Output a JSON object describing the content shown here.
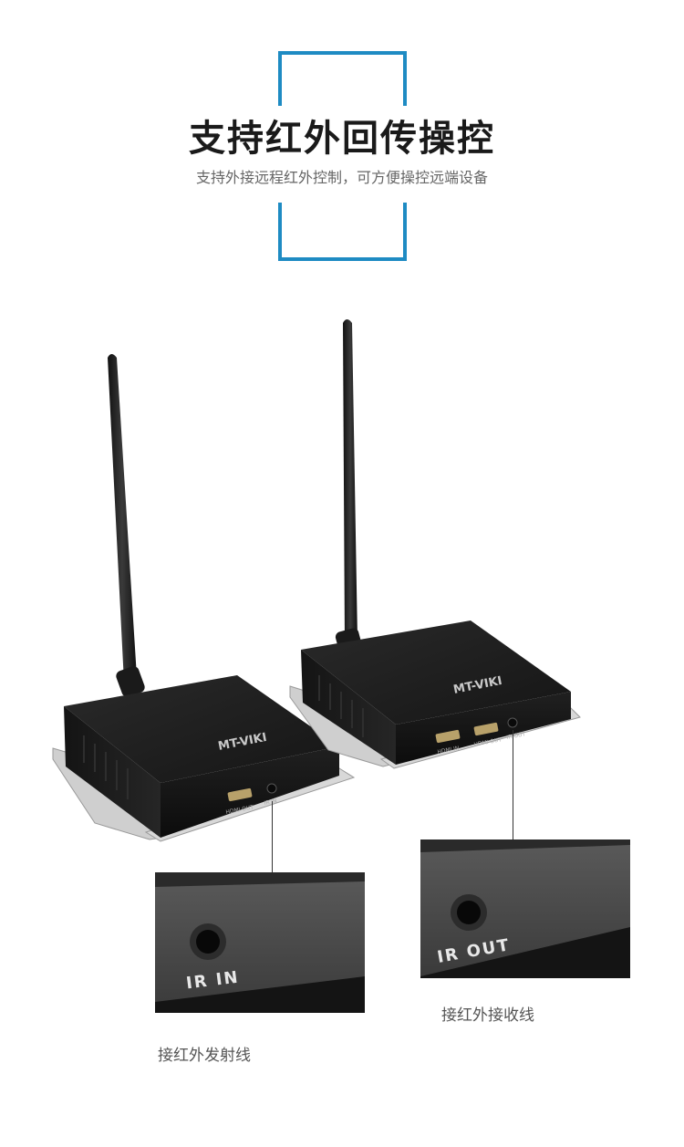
{
  "header": {
    "title": "支持红外回传操控",
    "subtitle": "支持外接远程红外控制，可方便操控远端设备"
  },
  "devices": {
    "left": {
      "brand": "MT-VIKI",
      "ports": [
        "HDMI OUT",
        "IR IN"
      ]
    },
    "right": {
      "brand": "MT-VIKI",
      "ports": [
        "HDMI IN",
        "HDMI OUT",
        "IR OUT"
      ]
    }
  },
  "zoom": {
    "left": {
      "port_label": "IR IN",
      "caption": "接红外发射线"
    },
    "right": {
      "port_label": "IR OUT",
      "caption": "接红外接收线"
    }
  },
  "colors": {
    "accent": "#1e8bc3",
    "device": "#1c1c1c"
  }
}
